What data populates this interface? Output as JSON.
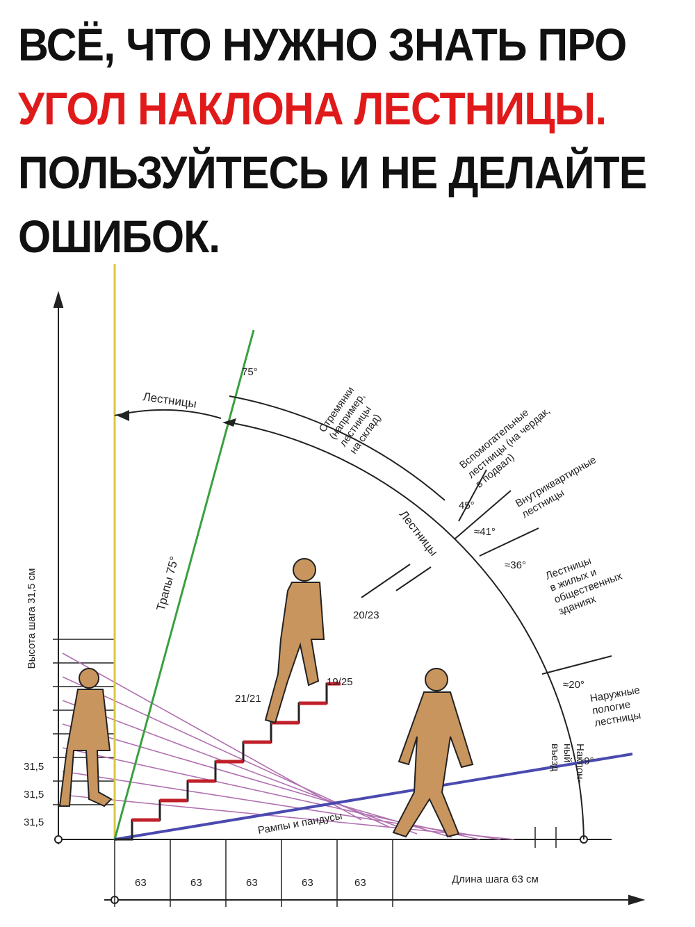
{
  "headline": {
    "line1": "ВСЁ, ЧТО НУЖНО ЗНАТЬ ПРО",
    "line2": "УГОЛ НАКЛОНА ЛЕСТНИЦЫ.",
    "line3": "ПОЛЬЗУЙТЕСЬ И НЕ ДЕЛАЙТЕ",
    "line4": "ОШИБОК."
  },
  "diagram": {
    "y_axis_label": "Высота шага 31,5 см",
    "x_axis_label": "Длина шага 63 см",
    "step_height_labels": [
      "31,5",
      "31,5",
      "31,5"
    ],
    "step_length_labels": [
      "63",
      "63",
      "63",
      "63",
      "63"
    ],
    "angles": {
      "a75": "75°",
      "a45": "45°",
      "a41": "≈41°",
      "a36": "≈36°",
      "a20": "≈20°",
      "a9": "≈9°"
    },
    "ratios": {
      "r2023": "20/23",
      "r1925": "19/25",
      "r2121": "21/21"
    },
    "labels": {
      "ladders": "Лестницы",
      "ladders_arc": "Лестницы",
      "traps": "Трапы 75°",
      "stepladders": [
        "Стремянки",
        "(например,",
        "лестницы",
        "на склад)"
      ],
      "auxiliary": [
        "Вспомогательные",
        "лестницы (на чердак,",
        "в подвал)"
      ],
      "intra_apartment": [
        "Внутриквартирные",
        "лестницы"
      ],
      "public": [
        "Лестницы",
        "в жилых и",
        "общественных",
        "зданиях"
      ],
      "outdoor": [
        "Наружные",
        "пологие",
        "лестницы"
      ],
      "ramps": "Рампы и пандусы",
      "incline": [
        "Наклон-",
        "ный",
        "въезд"
      ]
    },
    "colors": {
      "vertical": "#d8c840",
      "trap_line": "#3aa040",
      "ramp_line": "#4a4ab0",
      "treads": "#c0202a",
      "figure": "#c8955e",
      "fan_lines": "#b070b0"
    }
  }
}
